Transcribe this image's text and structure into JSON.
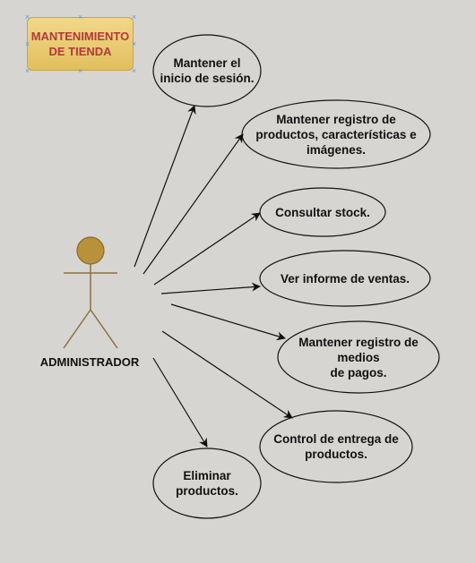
{
  "title": {
    "line1": "MANTENIMIENTO",
    "line2": "DE TIENDA"
  },
  "actor": {
    "label": "ADMINISTRADOR"
  },
  "use_cases": [
    {
      "lines": [
        "Mantener el",
        "inicio de sesión."
      ]
    },
    {
      "lines": [
        "Mantener registro de",
        "productos, características e",
        "imágenes."
      ]
    },
    {
      "lines": [
        "Consultar stock."
      ]
    },
    {
      "lines": [
        "Ver informe de ventas."
      ]
    },
    {
      "lines": [
        "Mantener registro de medios",
        "de pagos."
      ]
    },
    {
      "lines": [
        "Control de entrega de",
        "productos."
      ]
    },
    {
      "lines": [
        "Eliminar",
        "productos."
      ]
    }
  ],
  "colors": {
    "actor_head": "#b8913a",
    "actor_body": "#8a7240",
    "title_text": "#b2393a",
    "title_fill": "#e8c96a"
  }
}
